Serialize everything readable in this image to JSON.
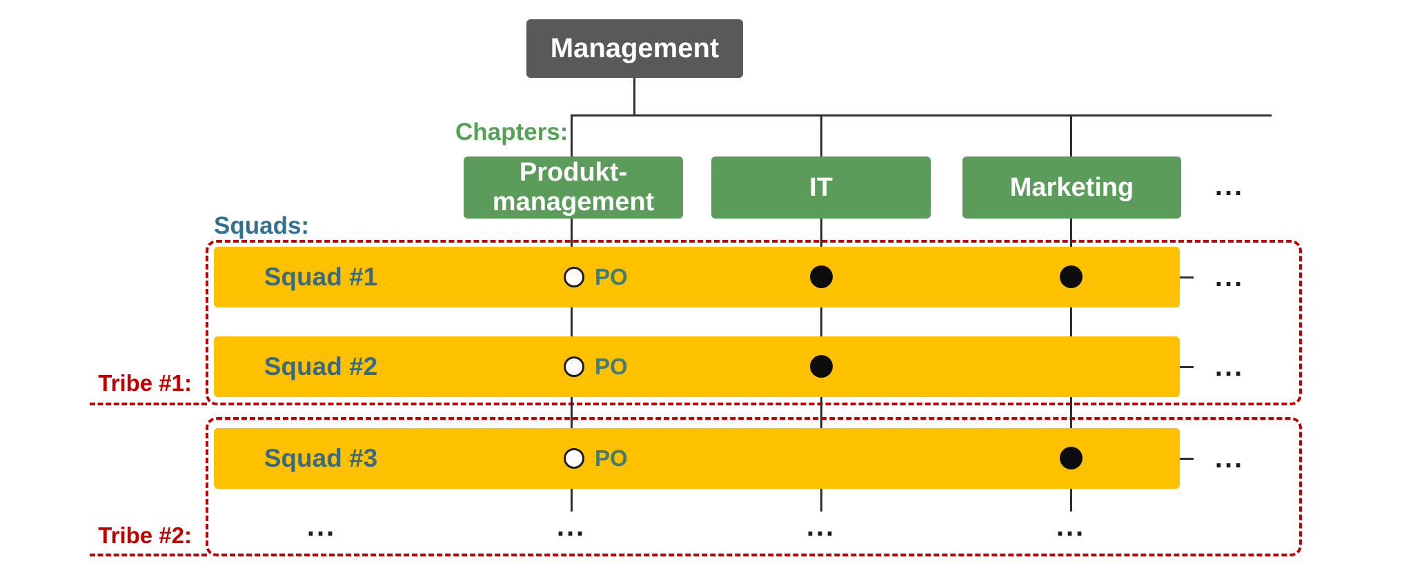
{
  "management": {
    "label": "Management"
  },
  "chapters": {
    "title": "Chapters:",
    "items": [
      {
        "label": "Produkt-management"
      },
      {
        "label": "IT"
      },
      {
        "label": "Marketing"
      }
    ],
    "more": "..."
  },
  "squads": {
    "title": "Squads:",
    "items": [
      {
        "label": "Squad #1",
        "po": "PO",
        "more": "..."
      },
      {
        "label": "Squad #2",
        "po": "PO",
        "more": "..."
      },
      {
        "label": "Squad #3",
        "po": "PO",
        "more": "..."
      }
    ]
  },
  "tribes": {
    "items": [
      {
        "label": "Tribe #1:"
      },
      {
        "label": "Tribe #2:"
      }
    ]
  },
  "bottom": {
    "more": [
      "...",
      "...",
      "...",
      "..."
    ]
  },
  "colors": {
    "management_box": "#595959",
    "chapter_box": "#5b9c5b",
    "chapters_label": "#55a155",
    "squad_bar": "#fdc100",
    "squad_label": "#3a6a80",
    "po_label": "#447c6f",
    "squads_label": "#31708f",
    "tribe_red": "#c00000",
    "connector_line": "#2e2e2e",
    "member_dot": "#0c0c0c"
  }
}
